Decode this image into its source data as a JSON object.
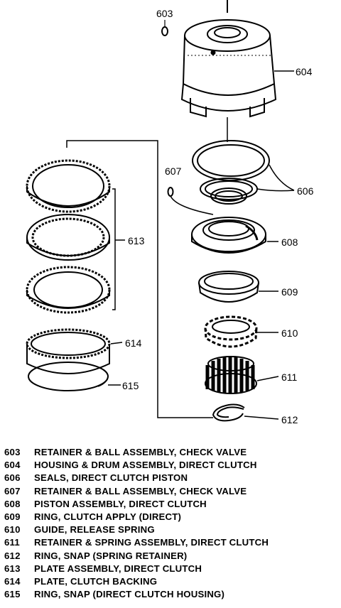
{
  "callouts": {
    "c603": "603",
    "c604": "604",
    "c606": "606",
    "c607": "607",
    "c608": "608",
    "c609": "609",
    "c610": "610",
    "c611": "611",
    "c612": "612",
    "c613": "613",
    "c614": "614",
    "c615": "615"
  },
  "legend": [
    {
      "num": "603",
      "text": "RETAINER & BALL ASSEMBLY, CHECK VALVE"
    },
    {
      "num": "604",
      "text": "HOUSING & DRUM ASSEMBLY, DIRECT CLUTCH"
    },
    {
      "num": "606",
      "text": "SEALS, DIRECT CLUTCH PISTON"
    },
    {
      "num": "607",
      "text": "RETAINER & BALL ASSEMBLY, CHECK VALVE"
    },
    {
      "num": "608",
      "text": "PISTON ASSEMBLY, DIRECT CLUTCH"
    },
    {
      "num": "609",
      "text": "RING, CLUTCH APPLY (DIRECT)"
    },
    {
      "num": "610",
      "text": "GUIDE, RELEASE SPRING"
    },
    {
      "num": "611",
      "text": "RETAINER & SPRING ASSEMBLY, DIRECT CLUTCH"
    },
    {
      "num": "612",
      "text": "RING, SNAP (SPRING RETAINER)"
    },
    {
      "num": "613",
      "text": "PLATE ASSEMBLY, DIRECT CLUTCH"
    },
    {
      "num": "614",
      "text": "PLATE, CLUTCH BACKING"
    },
    {
      "num": "615",
      "text": "RING, SNAP (DIRECT CLUTCH HOUSING)"
    }
  ]
}
